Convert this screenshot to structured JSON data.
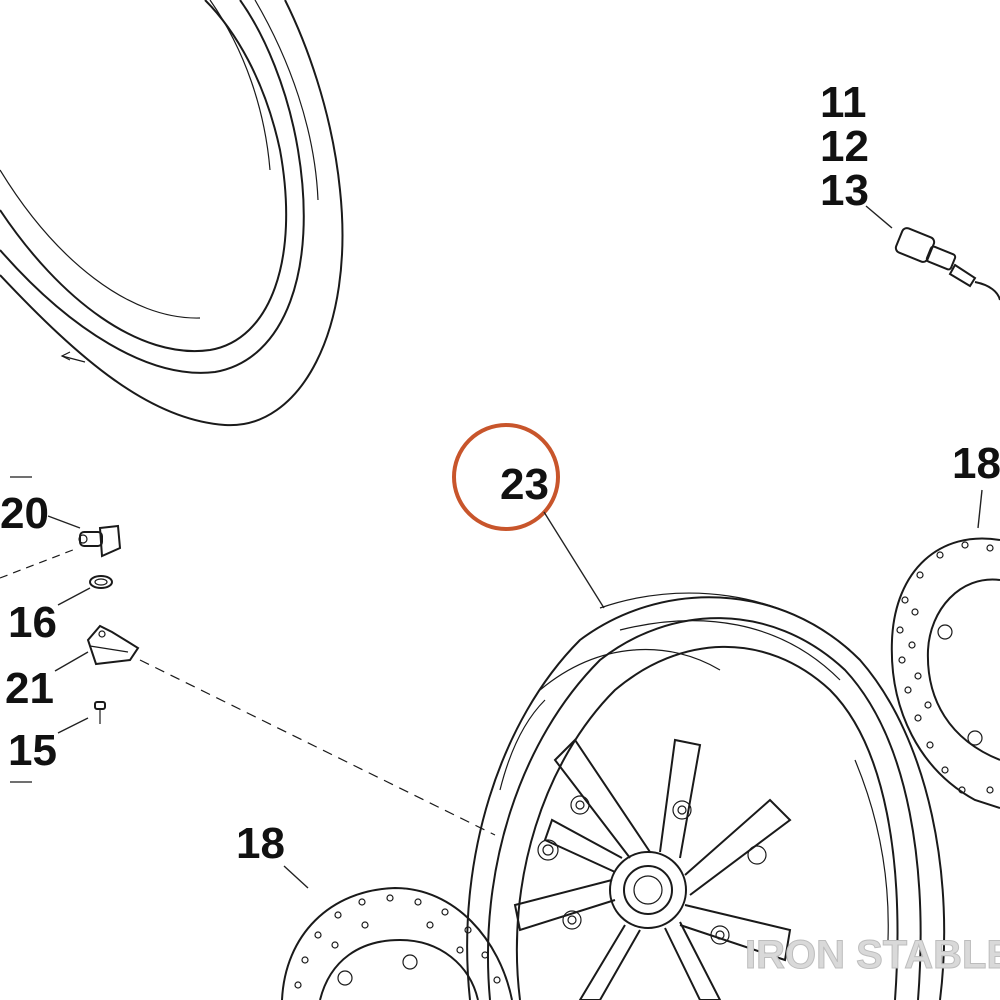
{
  "callouts": {
    "c11": "11",
    "c12": "12",
    "c13": "13",
    "c18_right": "18",
    "c18_left": "18",
    "c20": "20",
    "c16": "16",
    "c21": "21",
    "c15": "15",
    "c23": "23"
  },
  "highlight_color": "#c8552b",
  "watermark": "IRON STABLE"
}
